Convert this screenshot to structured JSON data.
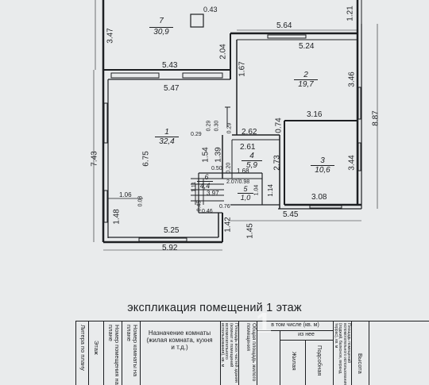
{
  "plan": {
    "rooms": [
      {
        "id": "r7",
        "number": "7",
        "area": "30,9"
      },
      {
        "id": "r2",
        "number": "2",
        "area": "19,7"
      },
      {
        "id": "r1",
        "number": "1",
        "area": "32,4"
      },
      {
        "id": "r3",
        "number": "3",
        "area": "10,6"
      },
      {
        "id": "r4",
        "number": "4",
        "area": "5,9"
      },
      {
        "id": "r6",
        "number": "6",
        "area": "4,4"
      },
      {
        "id": "r5",
        "number": "5",
        "area": "1,0"
      }
    ],
    "small_box": "0.43",
    "dims": {
      "d347": "3.47",
      "d121": "1.21",
      "d564": "5.64",
      "d524": "5.24",
      "d204": "2.04",
      "d543": "5.43",
      "d547": "5.47",
      "d167": "1.67",
      "d346": "3.46",
      "d887": "8.87",
      "d316": "3.16",
      "d074": "0.74",
      "d743": "7.43",
      "d675": "6.75",
      "d029a": "0.29",
      "d030": "0.30",
      "d029b": "0.29",
      "d029c": "0.29",
      "d262": "2.62",
      "d261": "2.61",
      "d154": "1.54",
      "d139": "1.39",
      "d273": "2.73",
      "d344": "3.44",
      "d050": "0.50",
      "d020": "0.20",
      "d168": "1.68",
      "d207": "2.07/0.98",
      "d111": "1.11",
      "d397": "3.97",
      "d104": "1.04",
      "d114": "1.14",
      "d106": "1.06",
      "d008": "0.08",
      "d045": "0.45",
      "d046": "0.46",
      "d076": "0.76",
      "d308": "3.08",
      "d545": "5.45",
      "d148": "1.48",
      "d525": "5.25",
      "d142": "1.42",
      "d145": "1.45",
      "d592": "5.92"
    }
  },
  "title": "экспликация помещений 1 этаж",
  "table": {
    "litera": "Литера по плану",
    "etazh": "Этаж",
    "nomer_pom": "Номер помещения на плане",
    "nomer_kom": "Номер комнаты на плане",
    "naznachenie": "Назначение комнаты (жилая комната, кухня и т.д.)",
    "ploshad_vsex": "Площадь всех частей здания (комнат и помещений вспомогательного использования), кв. м",
    "obshaya": "Общая площадь жилого помещения",
    "v_tom_chisle": "в том числе (кв. м)",
    "iz_nee": "из нее",
    "zhilaya": "Жилая",
    "podsobnaya": "Подсобная",
    "vspomog": "Площадь помещений вспомогательного использования (лоджий, балконов, веранд, террас), кв. м",
    "vysota": "Высота"
  },
  "watermark": "1"
}
